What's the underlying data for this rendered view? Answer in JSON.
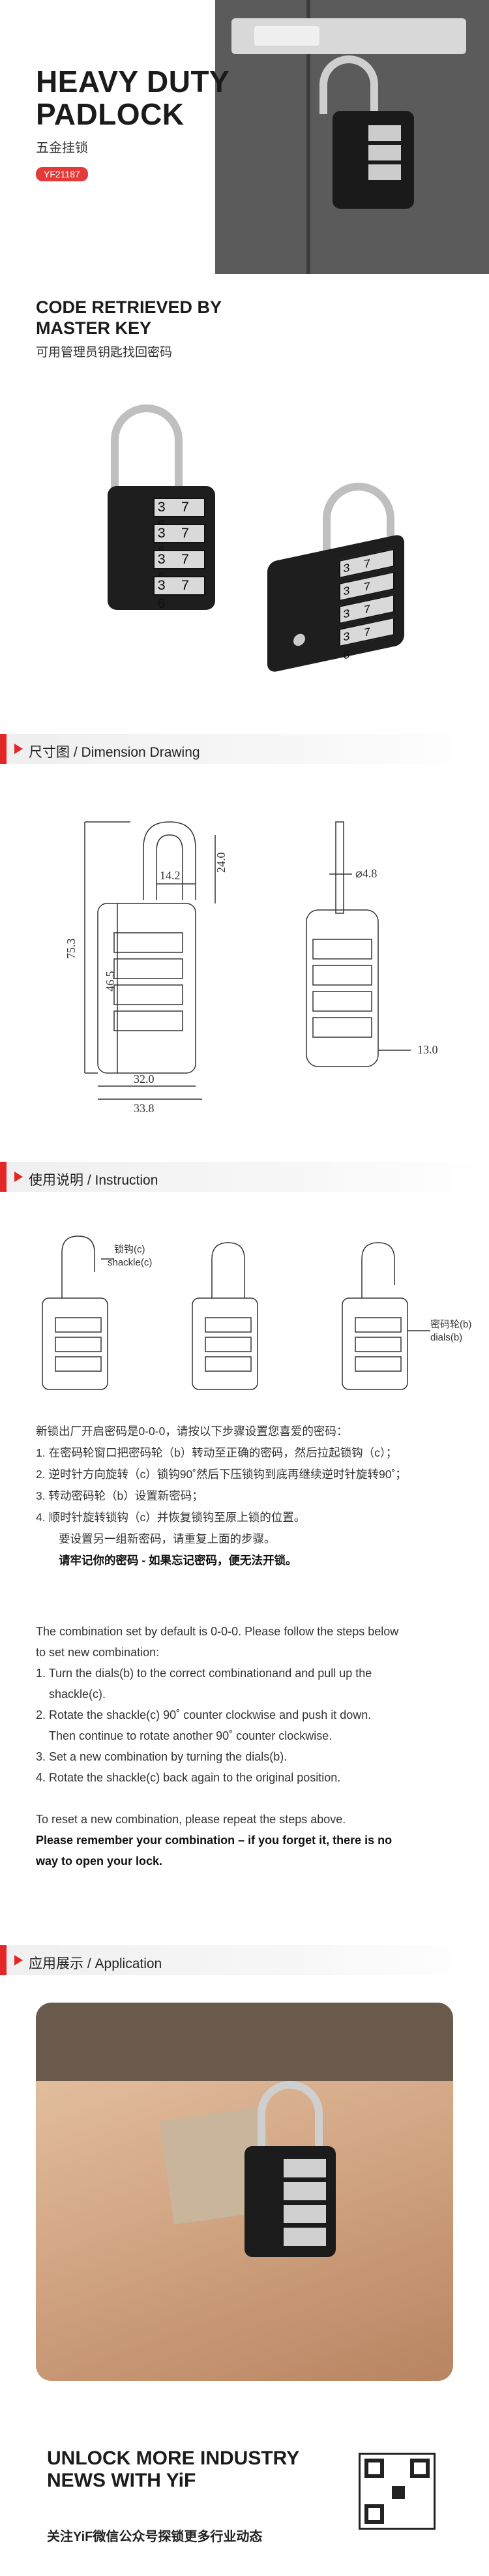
{
  "hero": {
    "title_line1": "HEAVY DUTY",
    "title_line2": "PADLOCK",
    "subtitle_cn": "五金挂锁",
    "product_code": "YF21187"
  },
  "code_section": {
    "title_line1": "CODE RETRIEVED BY",
    "title_line2": "MASTER KEY",
    "subtitle_cn": "可用管理员钥匙找回密码"
  },
  "sections": {
    "dimension": "尺寸图 / Dimension Drawing",
    "instruction": "使用说明 / Instruction",
    "application": "应用展示 / Application"
  },
  "dimensions": {
    "d14_2": "14.2",
    "d24_0": "24.0",
    "d75_3": "75.3",
    "d46_5": "46.5",
    "d32_0": "32.0",
    "d33_8": "33.8",
    "d4_8": "⌀4.8",
    "d13_0": "13.0"
  },
  "instruction_labels": {
    "shackle": "锁钩(c)",
    "shackle_en": "shackle(c)",
    "dials": "密码轮(b)",
    "dials_en": "dials(b)"
  },
  "instructions_cn": {
    "intro": "新锁出厂开启密码是0-0-0，请按以下步骤设置您喜爱的密码：",
    "step1": "1.   在密码轮窗口把密码轮（b）转动至正确的密码，然后拉起锁钩（c）；",
    "step2": "2.   逆时针方向旋转（c）锁钩90˚然后下压锁钩到底再继续逆时针旋转90˚；",
    "step3": "3.   转动密码轮（b）设置新密码；",
    "step4": "4.   顺时针旋转锁钩（c）并恢复锁钩至原上锁的位置。",
    "repeat": "要设置另一组新密码，请重复上面的步骤。",
    "warning": "请牢记你的密码 - 如果忘记密码，便无法开锁。"
  },
  "instructions_en": {
    "intro1": "The combination set by default is 0-0-0. Please follow the steps below",
    "intro2": "to set new combination:",
    "step1a": "1. Turn the dials(b) to the correct combinationand and pull up the",
    "step1b": "shackle(c).",
    "step2a": "2. Rotate the shackle(c) 90˚ counter clockwise and push it down.",
    "step2b": "Then continue to rotate another 90˚ counter clockwise.",
    "step3": "3. Set a new combination by turning the dials(b).",
    "step4": "4. Rotate the shackle(c) back again to the original position.",
    "reset": "To reset a new combination, please repeat the steps above.",
    "warn1": "Please remember your combination – if you forget it, there is no",
    "warn2": "way to open your lock."
  },
  "footer": {
    "title_line1": "UNLOCK MORE INDUSTRY",
    "title_line2": "NEWS WITH YiF",
    "subtitle_cn": "关注YiF微信公众号探锁更多行业动态"
  },
  "dial_digits": "3 7 6",
  "colors": {
    "accent": "#e32626",
    "lock_body": "#1e1e1e",
    "shackle": "#bfbfbf"
  }
}
